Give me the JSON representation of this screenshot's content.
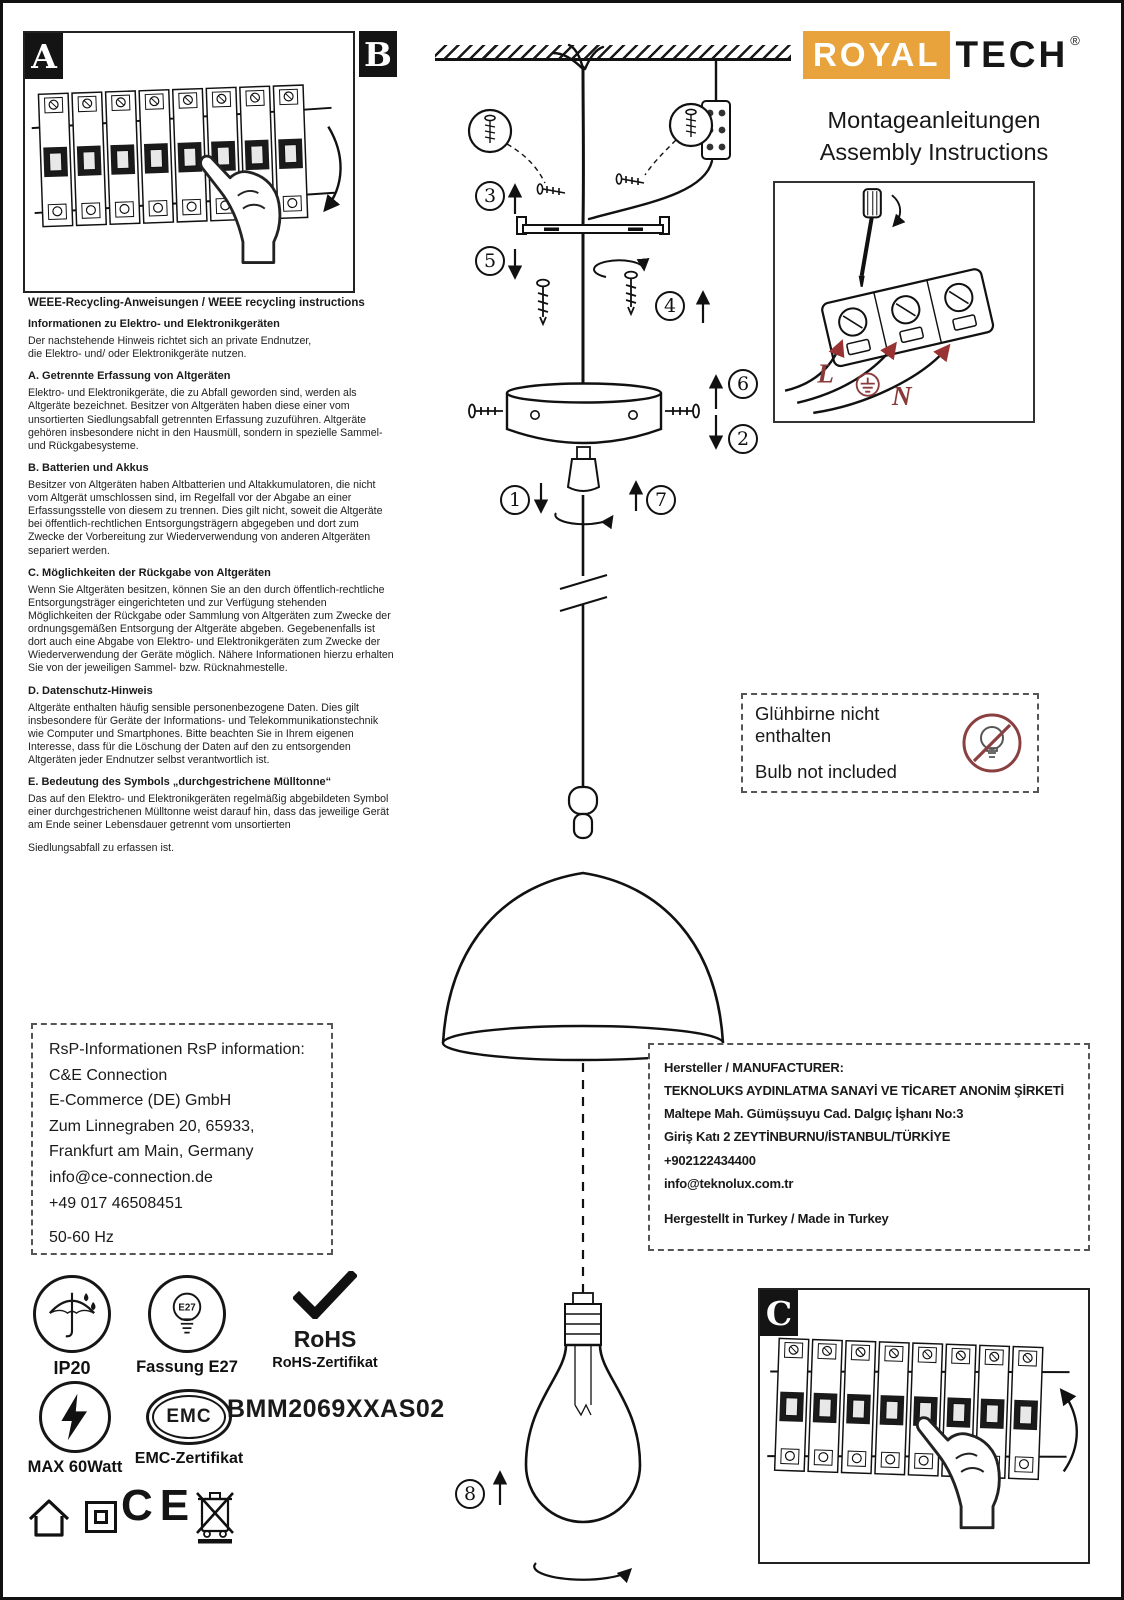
{
  "panels": {
    "a": "A",
    "b": "B",
    "c": "C"
  },
  "brand": {
    "royal": "ROYAL",
    "tech": "TECH",
    "reg": "®",
    "title_de": "Montageanleitungen",
    "title_en": "Assembly Instructions"
  },
  "weee": {
    "heading": "WEEE-Recycling-Anweisungen / WEEE recycling instructions",
    "sections": [
      {
        "heading": "Informationen zu Elektro- und Elektronikgeräten",
        "body": "Der nachstehende Hinweis richtet sich an private Endnutzer,\ndie Elektro- und/ oder Elektronikgeräte nutzen."
      },
      {
        "heading": "A. Getrennte Erfassung von Altgeräten",
        "body": "Elektro- und Elektronikgeräte, die zu Abfall geworden sind, werden als Altgeräte bezeichnet. Besitzer von Altgeräten haben diese einer vom unsortierten Siedlungsabfall getrennten Erfassung zuzuführen. Altgeräte gehören insbesondere nicht in den Hausmüll, sondern in spezielle Sammel- und Rückgabesysteme."
      },
      {
        "heading": "B. Batterien und Akkus",
        "body": "Besitzer von Altgeräten haben Altbatterien und Altakkumulatoren, die nicht vom Altgerät umschlossen sind, im Regelfall vor der Abgabe an einer Erfassungsstelle von diesem zu trennen. Dies gilt nicht, soweit die Altgeräte bei öffentlich-rechtlichen Entsorgungsträgern abgegeben und dort zum Zwecke der Vorbereitung zur Wiederverwendung von anderen Altgeräten separiert werden."
      },
      {
        "heading": "C. Möglichkeiten der Rückgabe von Altgeräten",
        "body": "Wenn Sie Altgeräten besitzen, können Sie an den durch öffentlich-rechtliche Entsorgungsträger eingerichteten und zur Verfügung stehenden Möglichkeiten der Rückgabe oder Sammlung von Altgeräten zum Zwecke der ordnungsgemäßen Entsorgung der Altgeräte abgeben. Gegebenenfalls ist dort auch eine Abgabe von Elektro- und Elektronikgeräten zum Zwecke der Wiederverwendung der Geräte möglich. Nähere Informationen hierzu erhalten Sie von der jeweiligen Sammel- bzw. Rücknahmestelle."
      },
      {
        "heading": "D. Datenschutz-Hinweis",
        "body": "Altgeräte enthalten häufig sensible personenbezogene Daten. Dies gilt insbesondere für Geräte der Informations- und Telekommunikationstechnik wie Computer und Smartphones. Bitte beachten Sie in Ihrem eigenen Interesse, dass für die Löschung der Daten auf den zu entsorgenden Altgeräten jeder Endnutzer selbst verantwortlich ist."
      },
      {
        "heading": "E. Bedeutung des Symbols „durchgestrichene Mülltonne“",
        "body": "Das auf den Elektro- und Elektronikgeräten regelmäßig abgebildeten Symbol einer durchgestrichenen Mülltonne weist darauf hin, dass das jeweilige Gerät am Ende seiner Lebensdauer getrennt vom unsortierten"
      }
    ],
    "footer": "Siedlungsabfall zu erfassen ist."
  },
  "steps": [
    "1",
    "2",
    "3",
    "4",
    "5",
    "6",
    "7",
    "8"
  ],
  "wiring": {
    "l": "L",
    "n": "N"
  },
  "bulb_notice": {
    "de": "Glühbirne nicht enthalten",
    "en": "Bulb not included"
  },
  "rsp": {
    "lines": [
      "RsP-Informationen RsP information:",
      "C&E Connection",
      "E-Commerce (DE) GmbH",
      "Zum Linnegraben 20, 65933,",
      "Frankfurt am Main, Germany",
      "info@ce-connection.de",
      "+49 017 46508451",
      "50-60 Hz"
    ]
  },
  "manufacturer": {
    "lines": [
      "Hersteller / MANUFACTURER:",
      "TEKNOLUKS AYDINLATMA SANAYİ VE TİCARET ANONİM ŞİRKETİ",
      "Maltepe Mah. Gümüşsuyu Cad. Dalgıç İşhanı No:3",
      "Giriş Katı 2 ZEYTİNBURNU/İSTANBUL/TÜRKİYE",
      "+902122434400",
      "info@teknolux.com.tr",
      "Hergestellt in Turkey / Made in Turkey"
    ]
  },
  "certs": {
    "ip20": "IP20",
    "e27_inner": "E27",
    "e27_label": "Fassung E27",
    "rohs": "RoHS",
    "rohs_label": "RoHS-Zertifikat",
    "max_watt": "MAX 60Watt",
    "emc": "EMC",
    "emc_label": "EMC-Zertifikat",
    "model": "BMM2069XXAS02",
    "ce": "CE"
  },
  "colors": {
    "brand_gold": "#E8A33C",
    "ink": "#111111",
    "danger": "#8a3a3a"
  }
}
